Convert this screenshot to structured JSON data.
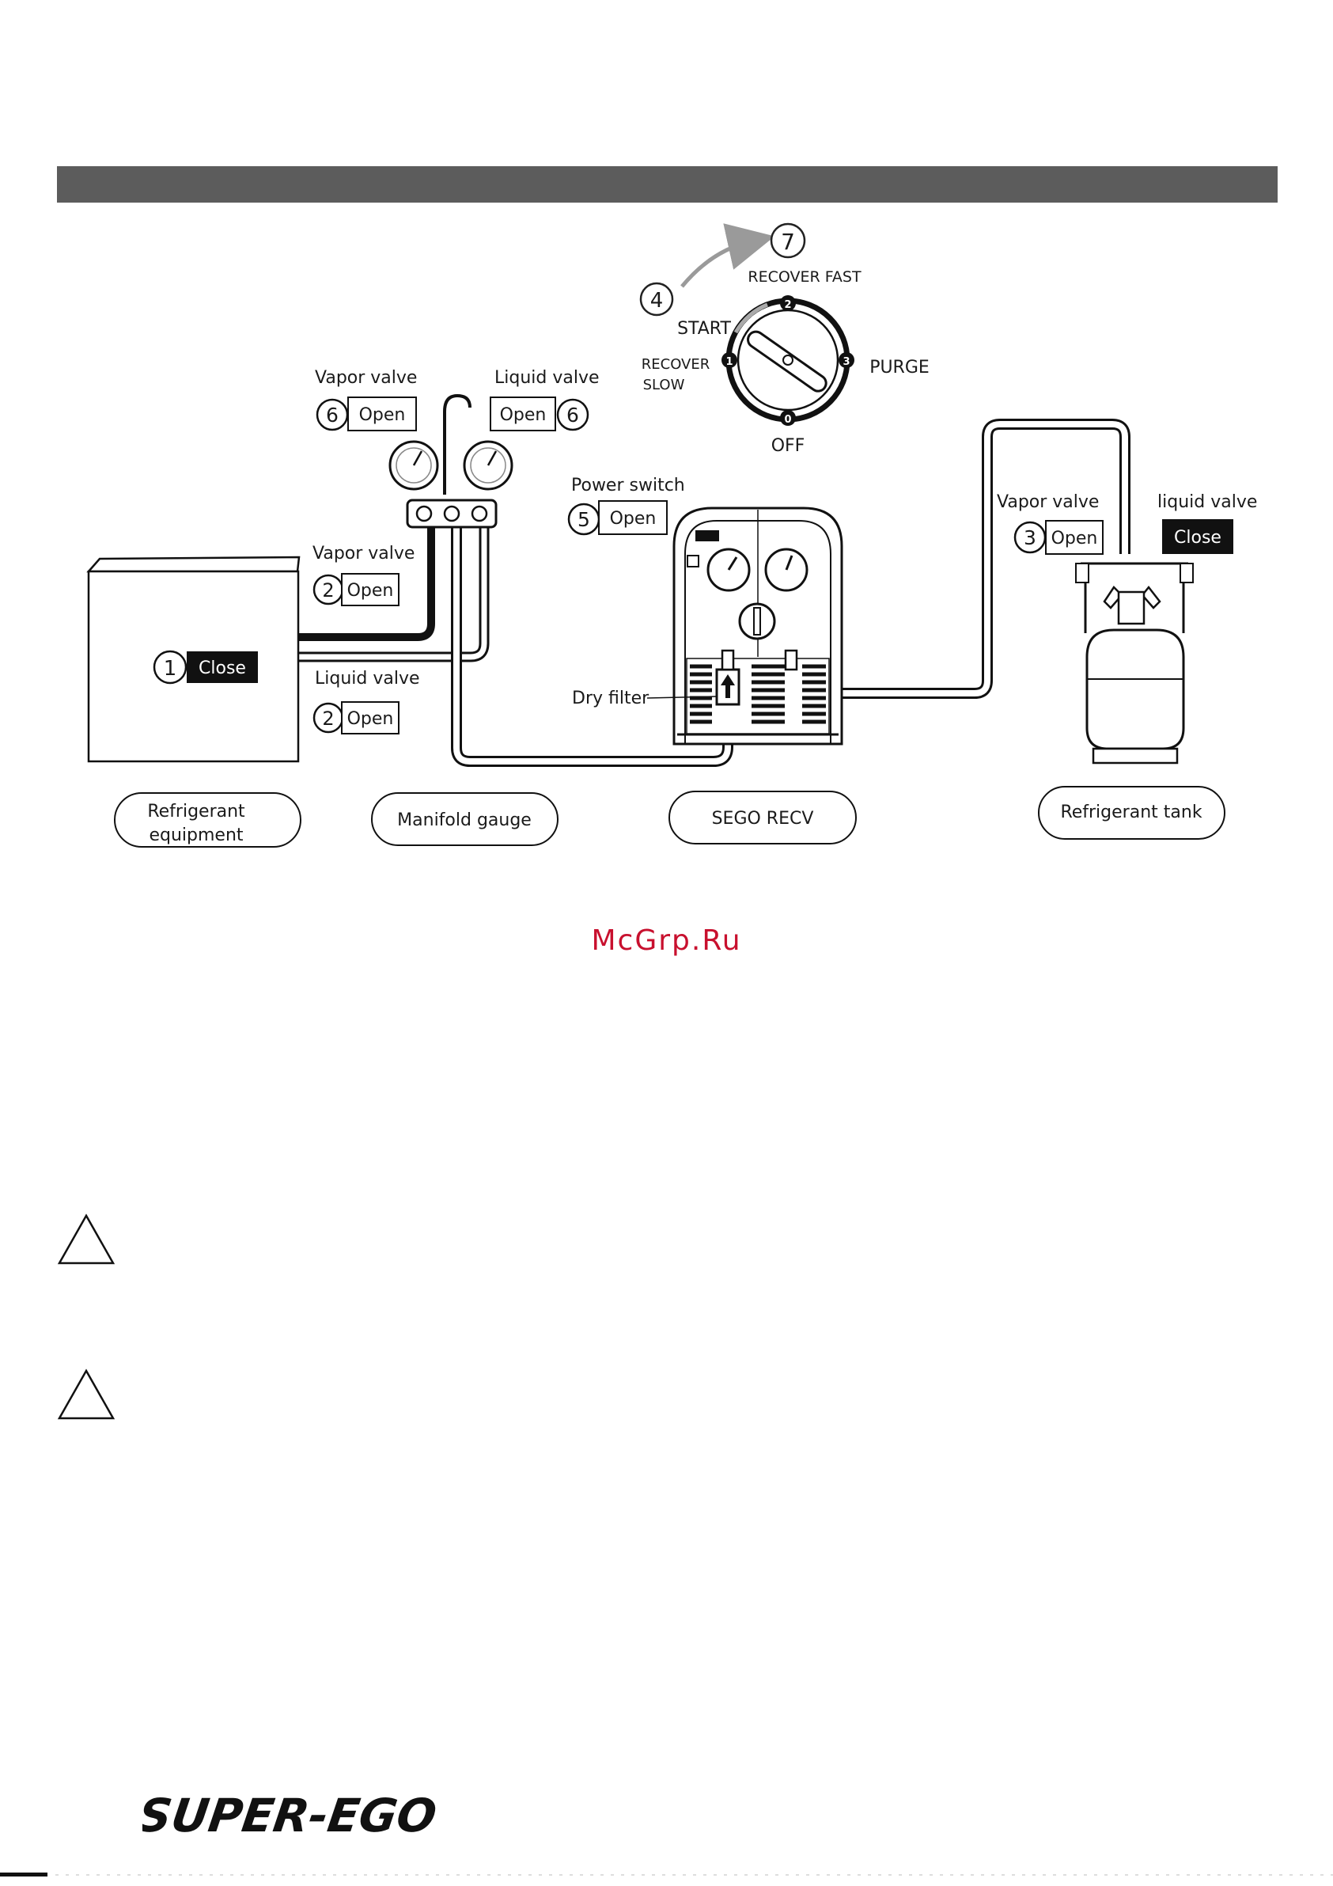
{
  "dial": {
    "step_start": "4",
    "step_fast": "7",
    "recover_fast": "RECOVER FAST",
    "start": "START",
    "purge": "PURGE",
    "recover_slow_1": "RECOVER",
    "recover_slow_2": "SLOW",
    "off": "OFF",
    "pos_0": "0",
    "pos_1": "1",
    "pos_2": "2",
    "pos_3": "3"
  },
  "manifold": {
    "vapor_valve_label": "Vapor valve",
    "vapor_valve_step": "6",
    "vapor_valve_state": "Open",
    "liquid_valve_label": "Liquid valve",
    "liquid_valve_step": "6",
    "liquid_valve_state": "Open"
  },
  "equipment": {
    "step": "1",
    "state": "Close",
    "vapor_valve_label": "Vapor valve",
    "vapor_valve_step": "2",
    "vapor_valve_state": "Open",
    "liquid_valve_label": "Liquid valve",
    "liquid_valve_step": "2",
    "liquid_valve_state": "Open"
  },
  "recovery_unit": {
    "power_switch_label": "Power switch",
    "power_switch_step": "5",
    "power_switch_state": "Open",
    "dry_filter_label": "Dry filter"
  },
  "tank": {
    "vapor_valve_label": "Vapor valve",
    "vapor_valve_step": "3",
    "vapor_valve_state": "Open",
    "liquid_valve_label": "liquid valve",
    "liquid_valve_state": "Close"
  },
  "captions": {
    "refrigerant_equipment_1": "Refrigerant",
    "refrigerant_equipment_2": "equipment",
    "manifold_gauge": "Manifold gauge",
    "sego_recv": "SEGO RECV",
    "refrigerant_tank": "Refrigerant tank"
  },
  "watermark": "McGrp.Ru",
  "brand": "SUPER-EGO",
  "colors": {
    "header_bar": "#5c5c5c",
    "watermark": "#c8102e",
    "ink": "#1a1a1a"
  }
}
